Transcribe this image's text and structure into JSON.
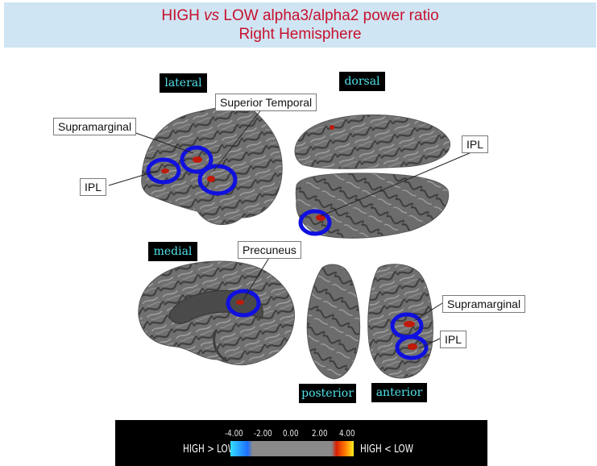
{
  "title": {
    "line1_part1": "HIGH ",
    "line1_vs": "vs",
    "line1_part2": " LOW alpha3/alpha2 power ratio",
    "line2": "Right Hemisphere"
  },
  "views": {
    "lateral": "lateral",
    "dorsal": "dorsal",
    "medial": "medial",
    "posterior": "posterior",
    "anterior": "anterior"
  },
  "callouts": {
    "superior_temporal": "Superior Temporal",
    "supramarginal_lateral": "Supramarginal",
    "ipl_lateral": "IPL",
    "ipl_dorsal": "IPL",
    "precuneus": "Precuneus",
    "supramarginal_anterior": "Supramarginal",
    "ipl_anterior": "IPL"
  },
  "colorbar": {
    "ticks": [
      "-4.00",
      "-2.00",
      "0.00",
      "2.00",
      "4.00"
    ],
    "left_label": "HIGH > LOW",
    "right_label": "HIGH < LOW",
    "colors": {
      "negative_low": "#33ddff",
      "negative_high": "#1d6fff",
      "neutral": "#8a8a8a",
      "positive_low": "#d81e05",
      "positive_mid": "#ff7a00",
      "positive_high": "#ffee22"
    }
  },
  "colors": {
    "title_text": "#c8102e",
    "title_band": "#cfe5f3",
    "view_tag_text": "#4fe3ea",
    "highlight_ring": "#1010e0",
    "activation": "#c01a0a",
    "brain_surface": "#6f6f6f"
  }
}
